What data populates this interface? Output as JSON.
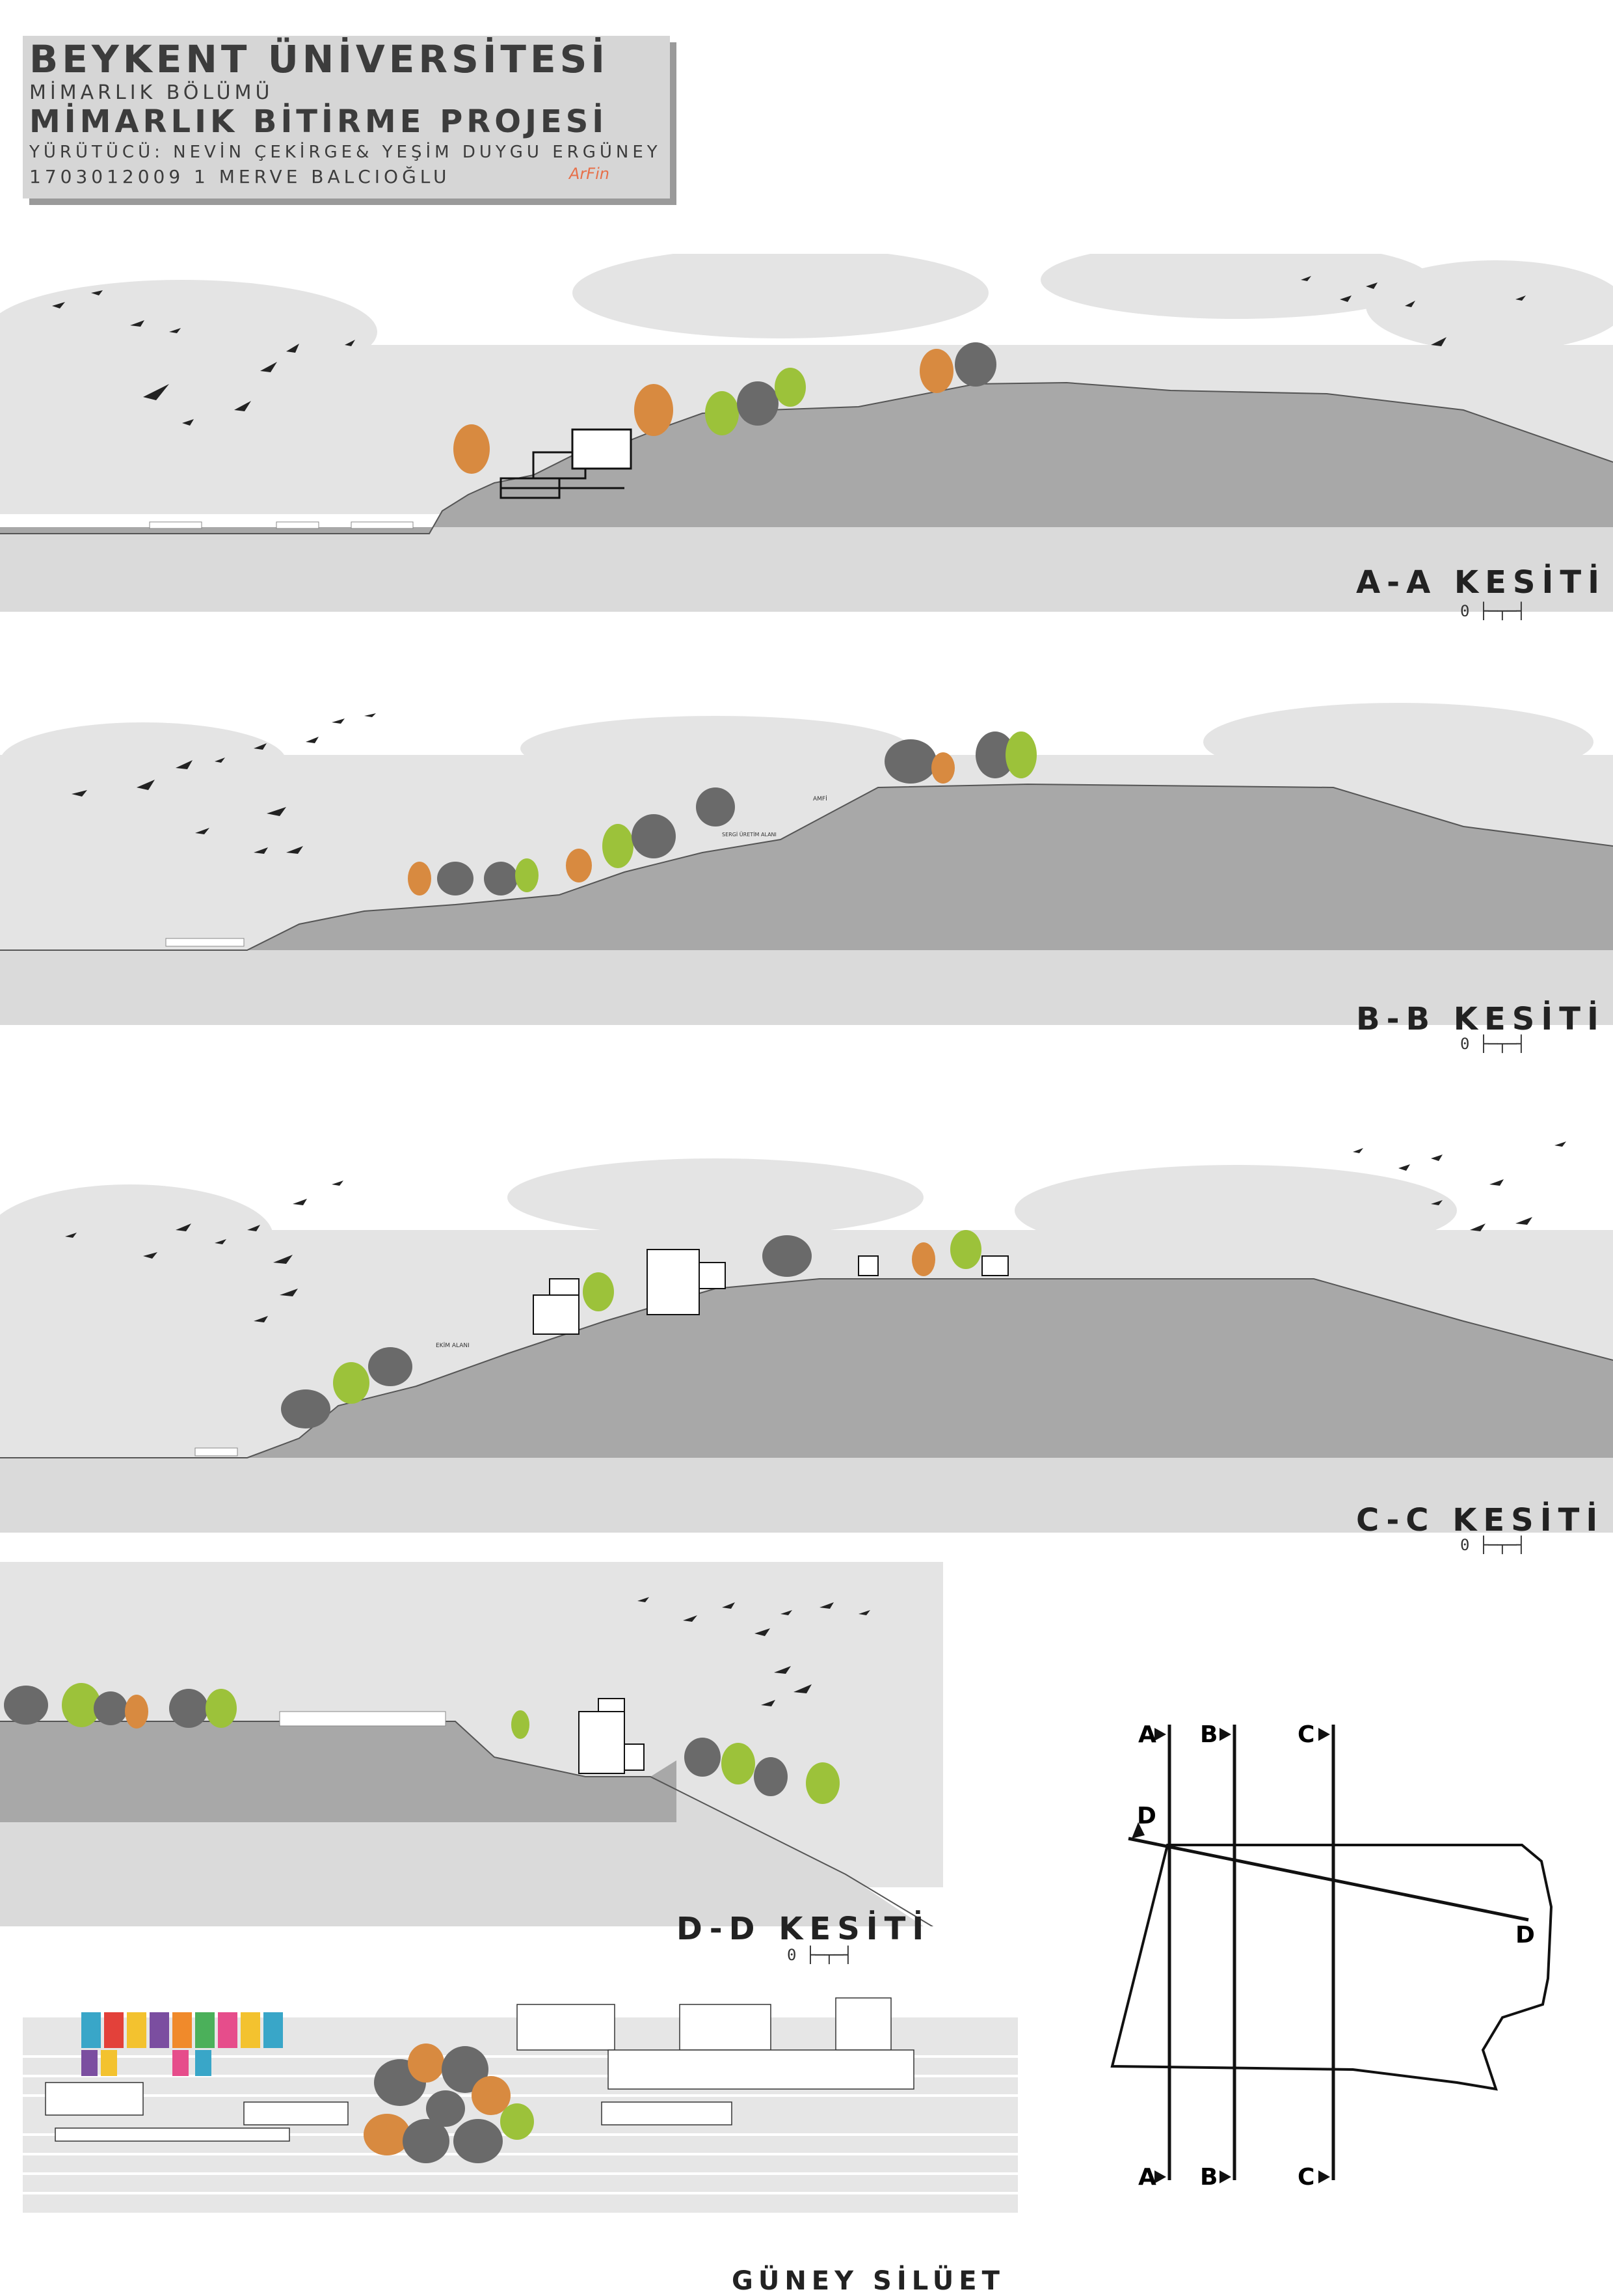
{
  "title": {
    "university": "BEYKENT ÜNİVERSİTESİ",
    "department": "MİMARLIK BÖLÜMÜ",
    "project": "MİMARLIK BİTİRME PROJESİ",
    "supervisors": "YÜRÜTÜCÜ: NEVİN ÇEKİRGE& YEŞİM DUYGU ERGÜNEY",
    "student": "1703012009 1 MERVE BALCIOĞLU",
    "logo": "ArFin"
  },
  "sections": [
    {
      "label": "A-A KESİTİ"
    },
    {
      "label": "B-B KESİTİ"
    },
    {
      "label": "C-C KESİTİ"
    },
    {
      "label": "D-D KESİTİ"
    }
  ],
  "scale_text": "0 ├─┬─┤",
  "annotations": {
    "b_ampi": "AMFİ",
    "b_area": "SERGİ ÜRETİM ALANI",
    "c_ekim": "EKİM ALANI"
  },
  "silhouette_label": "GÜNEY SİLÜET",
  "key_plan": {
    "lines": [
      {
        "label": "A"
      },
      {
        "label": "B"
      },
      {
        "label": "C"
      },
      {
        "label": "D"
      }
    ]
  },
  "colors": {
    "ground": "#a8a8a8",
    "base": "#d9d9d9",
    "sky": "#e3e3e3",
    "tree_gray": "#6a6a6a",
    "tree_green": "#9cc23a",
    "tree_orange": "#d88a40"
  }
}
